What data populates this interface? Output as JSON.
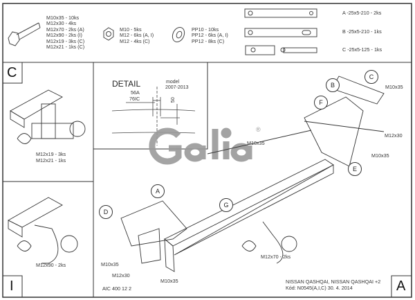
{
  "hardware": {
    "bolts": [
      "M10x35 - 10ks",
      "M12x30 - 4ks",
      "M12x70 - 2ks (A)",
      "M12x90 - 2ks (I)",
      "M12x19 - 3ks (C)",
      "M12x21 - 1ks (C)"
    ],
    "nuts": [
      "M10 - 5ks",
      "M12 - 6ks (A, I)",
      "M12 - 4ks (C)"
    ],
    "washers": [
      "PP10 - 10ks",
      "PP12 - 6ks (A, I)",
      "PP12 - 8ks (C)"
    ],
    "straps": [
      "A  -25x5-210 - 2ks",
      "B  -25x5-210 - 1ks",
      "C  -25x5-125 - 1ks"
    ]
  },
  "panels": {
    "c": {
      "letter": "C",
      "labels": [
        "M12x19 - 3ks",
        "M12x21 - 1ks"
      ]
    },
    "i": {
      "letter": "I",
      "labels": [
        "M12x90 - 2ks"
      ]
    }
  },
  "detail": {
    "title": "DETAIL",
    "model": "model",
    "years": "2007-2013",
    "dim1": "56A",
    "dim2": "76IC",
    "dim3": "50"
  },
  "logo": {
    "text": "Galia",
    "mark": "®"
  },
  "main": {
    "callouts": [
      "A",
      "B",
      "C",
      "D",
      "E",
      "F",
      "G"
    ],
    "labels": {
      "r1": "M10x35",
      "r2": "M12x30",
      "r3": "M10x35",
      "r4": "M10x35",
      "l1": "M10x35",
      "l2": "M12x30",
      "l3": "M10x35",
      "ball": "M12x70 - 2ks"
    },
    "code": "AIC 400 12 2"
  },
  "title_block": {
    "line1": "NISSAN QASHQAI, NISSAN QASHQAI +2",
    "line2": "Kód: N0545(A,I,C)  30. 4. 2014",
    "letter": "A"
  }
}
